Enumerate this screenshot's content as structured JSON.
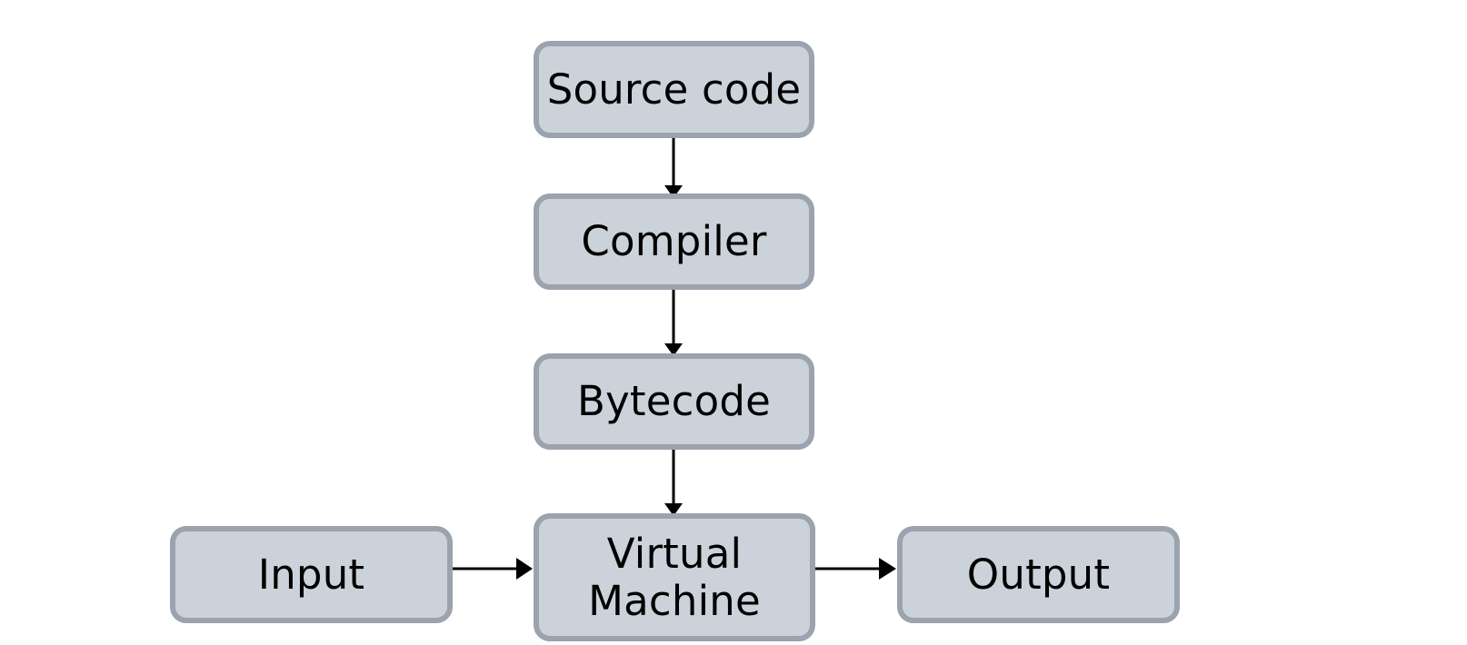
{
  "nodes": {
    "source_code": "Source code",
    "compiler": "Compiler",
    "bytecode": "Bytecode",
    "vm_line1": "Virtual",
    "vm_line2": "Machine",
    "input": "Input",
    "output": "Output"
  },
  "colors": {
    "box_fill": "#cbd2da",
    "box_border": "#9aa3ae",
    "arrow": "#000000",
    "background": "#ffffff"
  }
}
